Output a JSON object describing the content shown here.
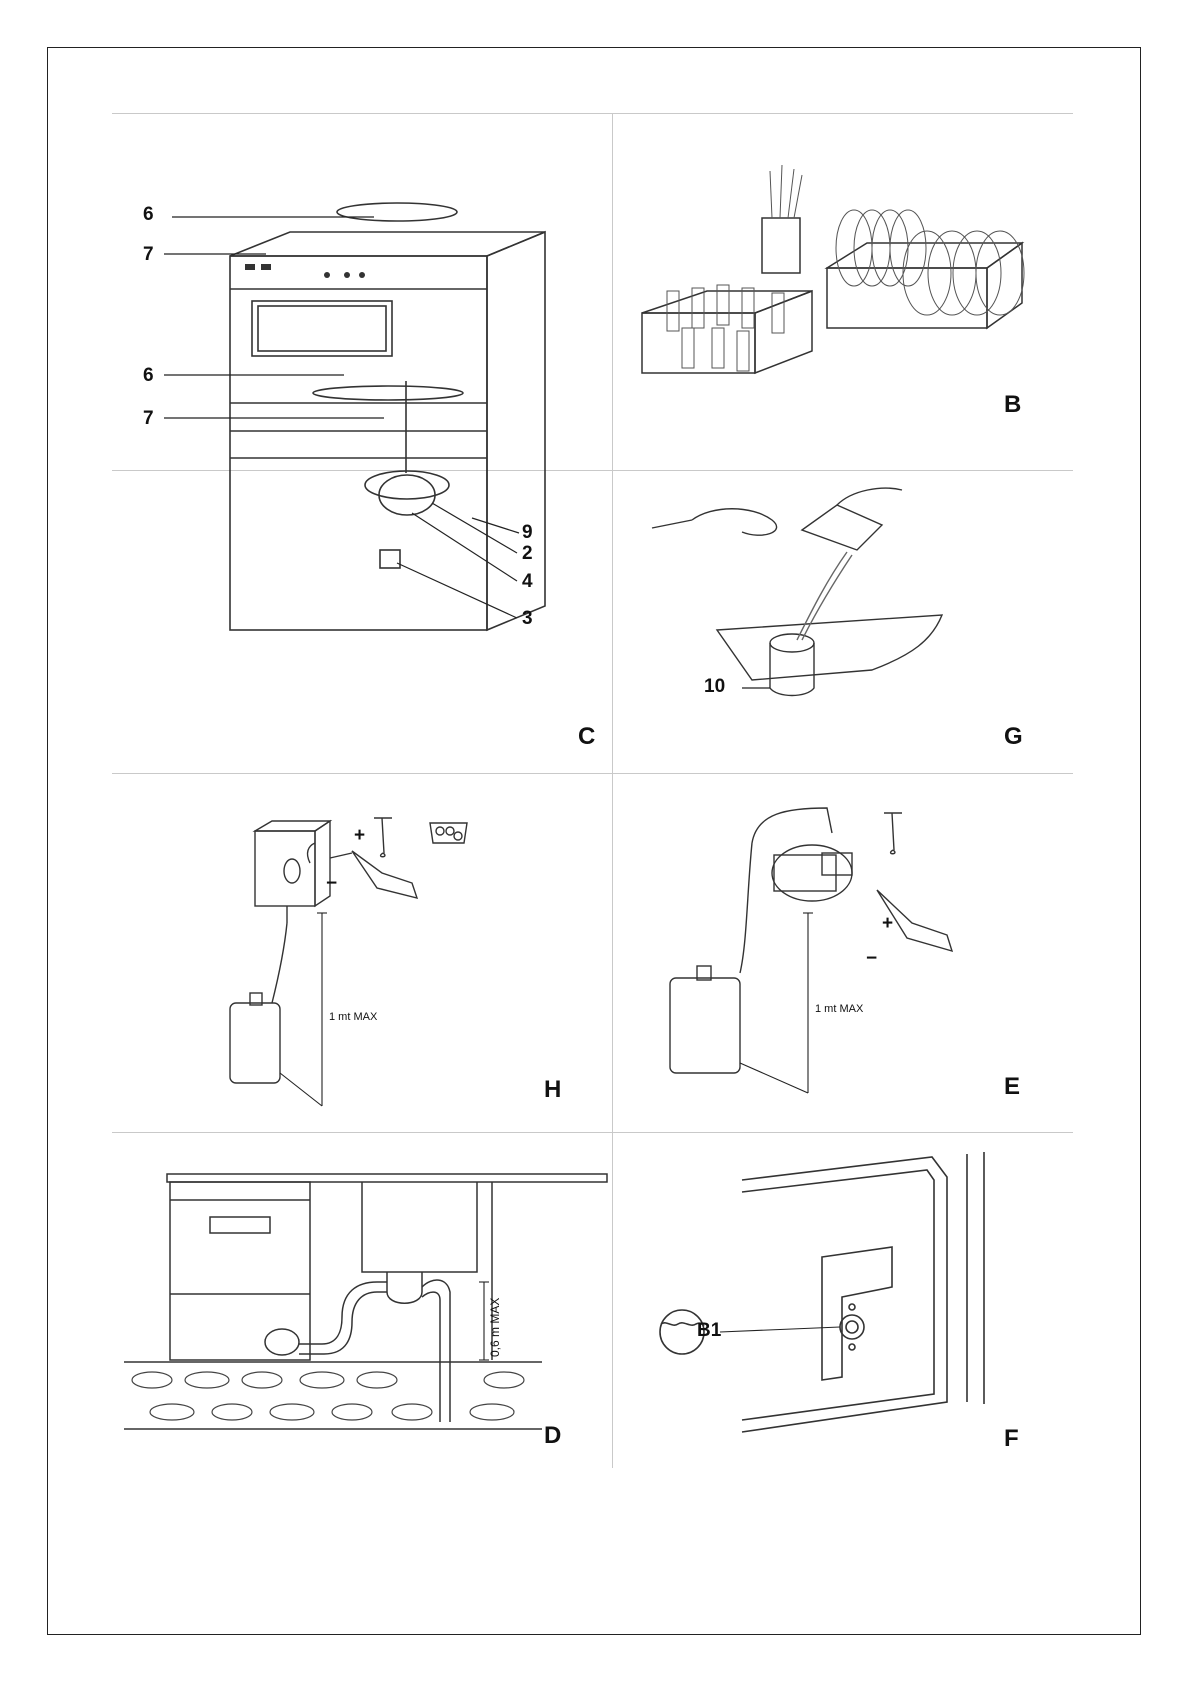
{
  "panels": {
    "C": {
      "letter": "C",
      "callouts": [
        "6",
        "7",
        "6",
        "7",
        "9",
        "2",
        "4",
        "3"
      ]
    },
    "B": {
      "letter": "B"
    },
    "G": {
      "letter": "G",
      "callouts": [
        "10"
      ]
    },
    "H": {
      "letter": "H",
      "symbols": [
        "+",
        "−"
      ],
      "note": "1 mt  MAX"
    },
    "E": {
      "letter": "E",
      "symbols": [
        "+",
        "−"
      ],
      "note": "1 mt  MAX"
    },
    "D": {
      "letter": "D",
      "note": "0,6 m MAX"
    },
    "F": {
      "letter": "F",
      "callouts": [
        "B1"
      ]
    }
  }
}
